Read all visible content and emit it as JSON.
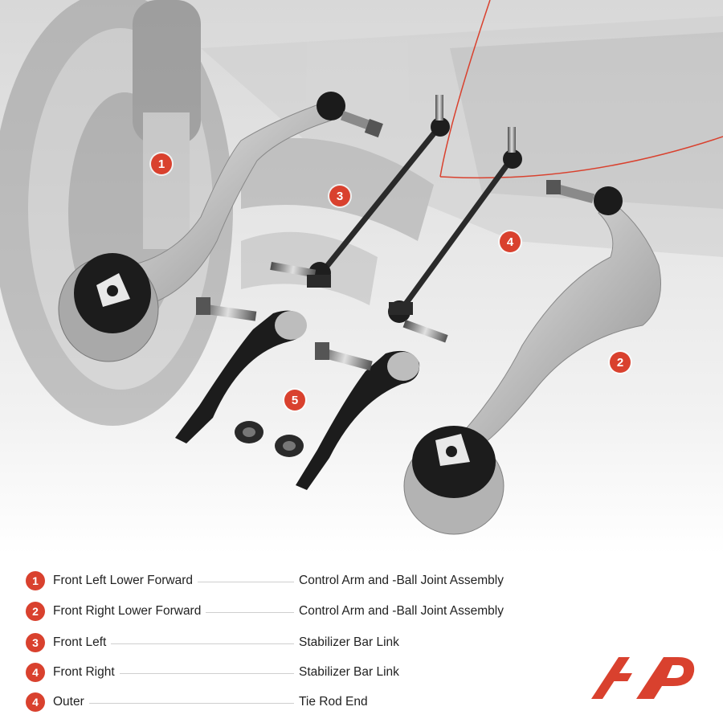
{
  "parts": [
    {
      "number": "1",
      "name": "Front Left Lower Forward",
      "description": "Control Arm and -Ball Joint Assembly"
    },
    {
      "number": "2",
      "name": "Front Right Lower Forward",
      "description": "Control Arm and -Ball Joint Assembly"
    },
    {
      "number": "3",
      "name": "Front Left",
      "description": "Stabilizer Bar Link"
    },
    {
      "number": "4",
      "name": "Front Right",
      "description": "Stabilizer Bar Link"
    },
    {
      "number": "4",
      "name": "Outer",
      "description": "Tie Rod End"
    }
  ],
  "callouts": {
    "c1": "1",
    "c2": "2",
    "c3": "3",
    "c4": "4",
    "c5": "5"
  },
  "colors": {
    "accent": "#d9412e",
    "part_metal": "#c9c9c9",
    "rubber": "#1b1b1b",
    "background_scene": "#e6e6e6"
  },
  "icons": {
    "logo": "brand-logo-icon"
  }
}
